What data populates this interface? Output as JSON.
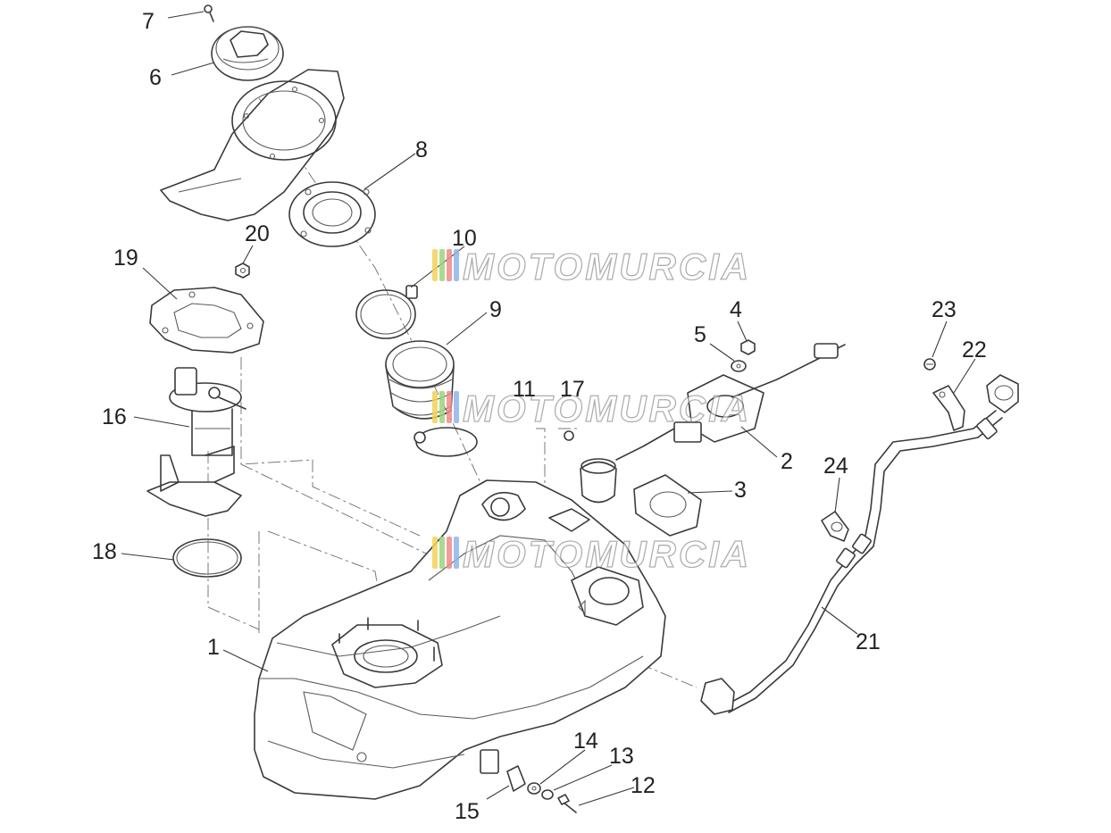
{
  "watermark": {
    "text": "MOTOMURCIA",
    "stripe_colors": [
      "#f2d25a",
      "#9fd37a",
      "#f08a8a",
      "#8fb5e8"
    ]
  },
  "callouts": [
    {
      "id": "1",
      "text": "1"
    },
    {
      "id": "2",
      "text": "2"
    },
    {
      "id": "3",
      "text": "3"
    },
    {
      "id": "4",
      "text": "4"
    },
    {
      "id": "5",
      "text": "5"
    },
    {
      "id": "6",
      "text": "6"
    },
    {
      "id": "7",
      "text": "7"
    },
    {
      "id": "8",
      "text": "8"
    },
    {
      "id": "9",
      "text": "9"
    },
    {
      "id": "10",
      "text": "10"
    },
    {
      "id": "11",
      "text": "11"
    },
    {
      "id": "12",
      "text": "12"
    },
    {
      "id": "13",
      "text": "13"
    },
    {
      "id": "14",
      "text": "14"
    },
    {
      "id": "15",
      "text": "15"
    },
    {
      "id": "16",
      "text": "16"
    },
    {
      "id": "17",
      "text": "17"
    },
    {
      "id": "18",
      "text": "18"
    },
    {
      "id": "19",
      "text": "19"
    },
    {
      "id": "20",
      "text": "20"
    },
    {
      "id": "21",
      "text": "21"
    },
    {
      "id": "22",
      "text": "22"
    },
    {
      "id": "23",
      "text": "23"
    },
    {
      "id": "24",
      "text": "24"
    }
  ]
}
